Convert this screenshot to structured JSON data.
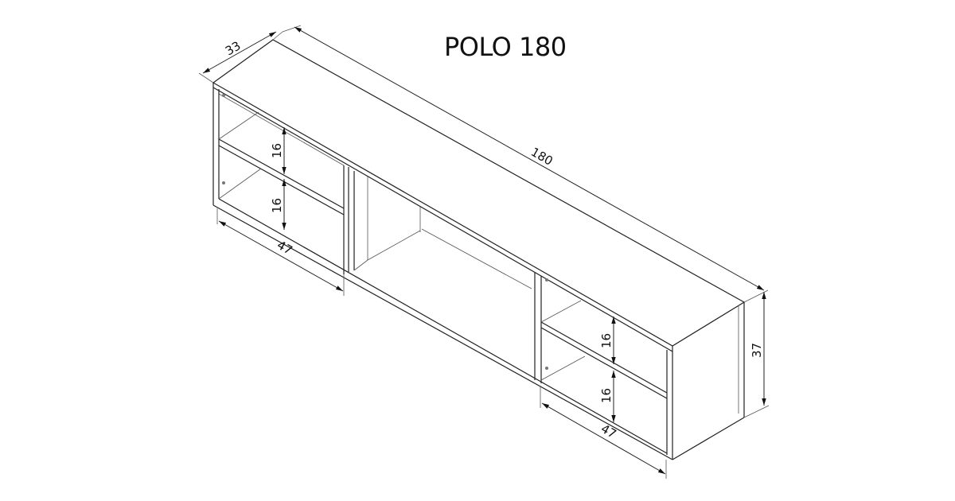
{
  "title": "POLO 180",
  "dimensions": {
    "depth": "33",
    "width": "180",
    "height": "37",
    "left_shelf_upper": "16",
    "left_shelf_lower": "16",
    "left_module_width": "47",
    "right_shelf_upper": "16",
    "right_shelf_lower": "16",
    "right_module_width": "47"
  }
}
